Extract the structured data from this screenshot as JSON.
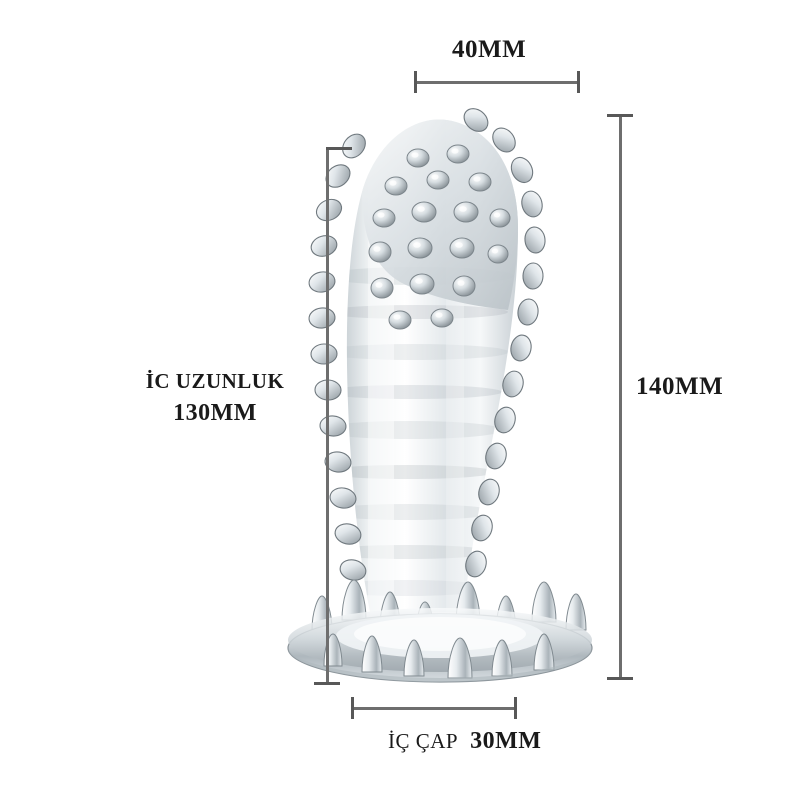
{
  "page": {
    "background_color": "#ffffff",
    "text_color": "#1a1a1a",
    "line_color": "#6e6e6e"
  },
  "product": {
    "name": "textured-sleeve",
    "description": "Clear ribbed and studded silicone sleeve with nubbed base ring",
    "body_color": "#e8ecee",
    "highlight_color": "#ffffff",
    "shadow_color": "#9aa3a8"
  },
  "dimensions": {
    "top": {
      "name": "outer-width",
      "label": "40MM"
    },
    "right": {
      "name": "total-length",
      "label": "140MM"
    },
    "left": {
      "name": "inner-length",
      "caption": "İC UZUNLUK",
      "value": "130MM"
    },
    "bottom": {
      "name": "inner-diameter",
      "caption": "İÇ ÇAP",
      "value": "30MM"
    }
  }
}
